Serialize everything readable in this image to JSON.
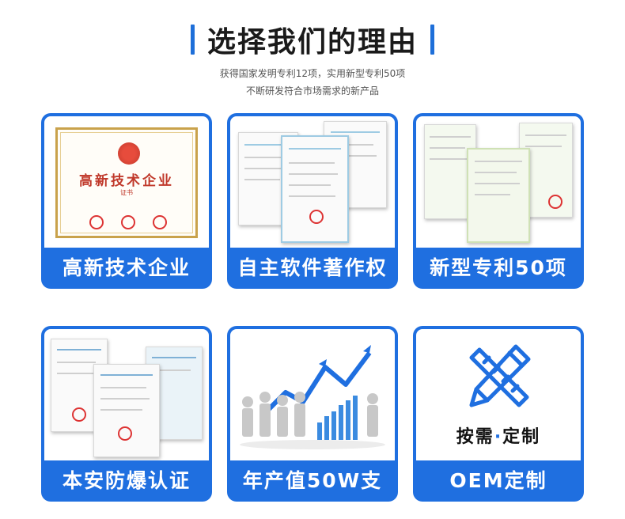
{
  "header": {
    "title": "选择我们的理由",
    "subtitle_line1": "获得国家发明专利12项，实用新型专利50项",
    "subtitle_line2": "不断研发符合市场需求的新产品"
  },
  "cards": [
    {
      "label": "高新技术企业",
      "cert_title": "高新技术企业",
      "cert_sub": "证书"
    },
    {
      "label": "自主软件著作权"
    },
    {
      "label": "新型专利50项"
    },
    {
      "label": "本安防爆认证"
    },
    {
      "label": "年产值50W支"
    },
    {
      "label": "OEM定制",
      "oem_part1": "按需",
      "oem_dot": "·",
      "oem_part2": "定制"
    }
  ],
  "colors": {
    "accent": "#1f6fe0",
    "gold": "#c9a24b",
    "stamp": "#d33333"
  }
}
